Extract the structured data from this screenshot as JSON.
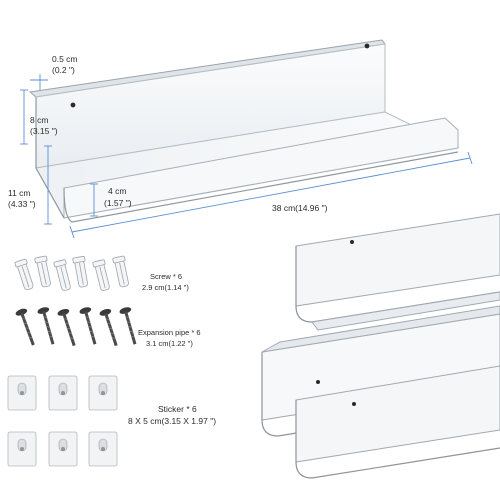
{
  "product": {
    "colors": {
      "dimension_line": "#5b8fd6",
      "acrylic_edge": "#9aa3ab",
      "acrylic_face": "#f3f5f7"
    }
  },
  "dimensions": {
    "thickness_cm": "0.5 cm",
    "thickness_in": "(0.2 \")",
    "back_height_cm": "8 cm",
    "back_height_in": "(3.15 \")",
    "total_height_cm": "11 cm",
    "total_height_in": "(4.33 \")",
    "lip_height_cm": "4 cm",
    "lip_height_in": "(1.57 \")",
    "length": "38 cm(14.96 \")"
  },
  "accessories": {
    "screw_label": "Screw * 6",
    "screw_size": "2.9 cm(1.14 \")",
    "pipe_label": "Expansion pipe * 6",
    "pipe_size": "3.1 cm(1.22 \")",
    "sticker_label": "Sticker * 6",
    "sticker_size": "8 X 5 cm(3.15 X 1.97 \")"
  }
}
